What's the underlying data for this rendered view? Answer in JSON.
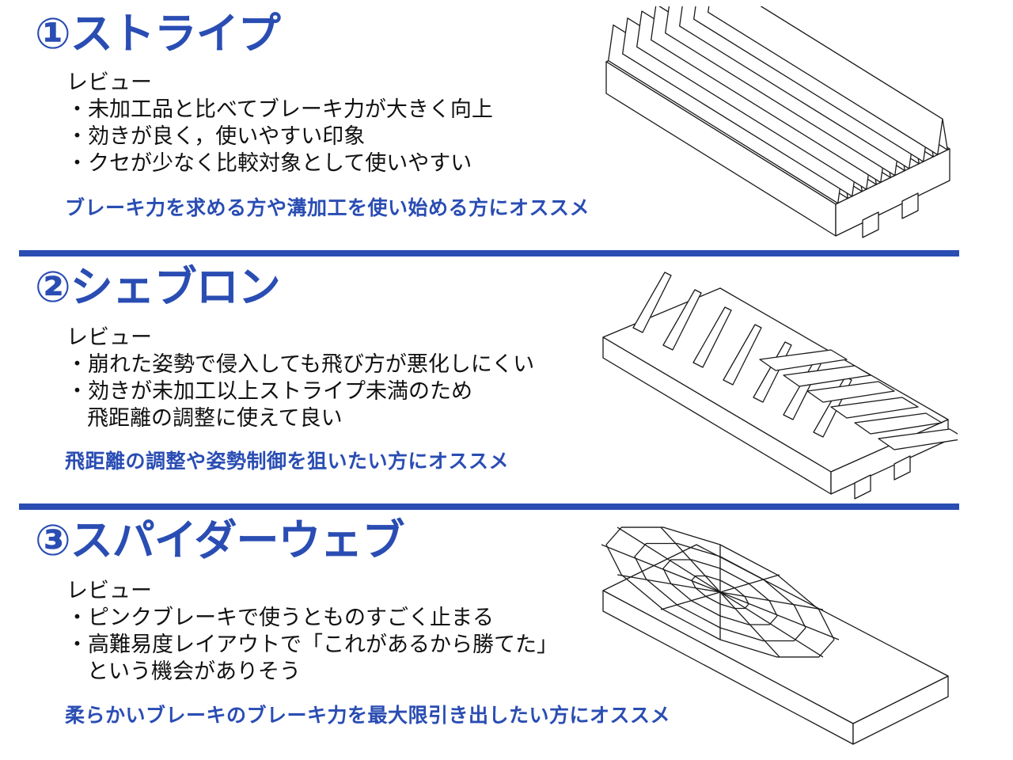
{
  "colors": {
    "accent": "#2a4db3",
    "divider": "#2a4db3",
    "text": "#111111",
    "line_art": "#1a1a1a"
  },
  "sections": [
    {
      "title": "①ストライプ",
      "review_heading": "レビュー",
      "review_lines": [
        "・未加工品と比べてブレーキ力が大きく向上",
        "・効きが良く，使いやすい印象",
        "・クセが少なく比較対象として使いやすい"
      ],
      "recommendation": "ブレーキ力を求める方や溝加工を使い始める方にオススメ"
    },
    {
      "title": "②シェブロン",
      "review_heading": "レビュー",
      "review_lines": [
        "・崩れた姿勢で侵入しても飛び方が悪化しにくい",
        "・効きが未加工以上ストライプ未満のため",
        "飛距離の調整に使えて良い"
      ],
      "recommendation": "飛距離の調整や姿勢制御を狙いたい方にオススメ"
    },
    {
      "title": "③スパイダーウェブ",
      "review_heading": "レビュー",
      "review_lines": [
        "・ピンクブレーキで使うとものすごく止まる",
        "・高難易度レイアウトで「これがあるから勝てた」",
        "という機会がありそう"
      ],
      "recommendation": "柔らかいブレーキのブレーキ力を最大限引き出したい方にオススメ"
    }
  ]
}
